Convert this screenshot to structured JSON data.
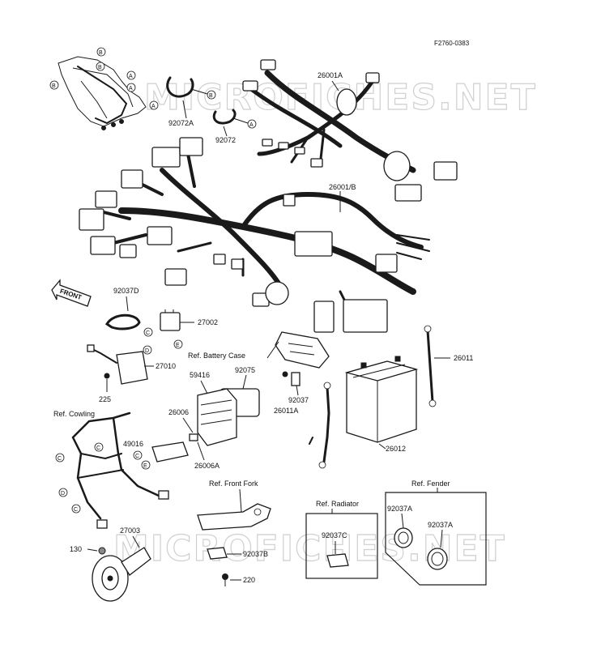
{
  "figure_code": "F2760-0383",
  "watermark": "MICROFICHES.NET",
  "front_arrow_label": "FRONT",
  "parts": [
    {
      "id": "26001A",
      "label": "26001A"
    },
    {
      "id": "26001B",
      "label": "26001/B"
    },
    {
      "id": "92072A",
      "label": "92072A"
    },
    {
      "id": "92072",
      "label": "92072"
    },
    {
      "id": "92037D",
      "label": "92037D"
    },
    {
      "id": "27002",
      "label": "27002"
    },
    {
      "id": "27010",
      "label": "27010"
    },
    {
      "id": "225",
      "label": "225"
    },
    {
      "id": "59416",
      "label": "59416"
    },
    {
      "id": "92075",
      "label": "92075"
    },
    {
      "id": "92037",
      "label": "92037"
    },
    {
      "id": "26011A",
      "label": "26011A"
    },
    {
      "id": "26011",
      "label": "26011"
    },
    {
      "id": "26012",
      "label": "26012"
    },
    {
      "id": "26006",
      "label": "26006"
    },
    {
      "id": "26006A",
      "label": "26006A"
    },
    {
      "id": "49016",
      "label": "49016"
    },
    {
      "id": "27003",
      "label": "27003"
    },
    {
      "id": "130",
      "label": "130"
    },
    {
      "id": "92037B",
      "label": "92037B"
    },
    {
      "id": "220",
      "label": "220"
    },
    {
      "id": "92037C",
      "label": "92037C"
    },
    {
      "id": "92037A_1",
      "label": "92037A"
    },
    {
      "id": "92037A_2",
      "label": "92037A"
    }
  ],
  "references": {
    "battery_case": "Ref. Battery Case",
    "cowling": "Ref. Cowling",
    "front_fork": "Ref. Front Fork",
    "radiator": "Ref. Radiator",
    "fender": "Ref. Fender"
  },
  "callout_letters": {
    "a": "A",
    "b": "B",
    "c": "C",
    "d": "D",
    "e": "E"
  }
}
